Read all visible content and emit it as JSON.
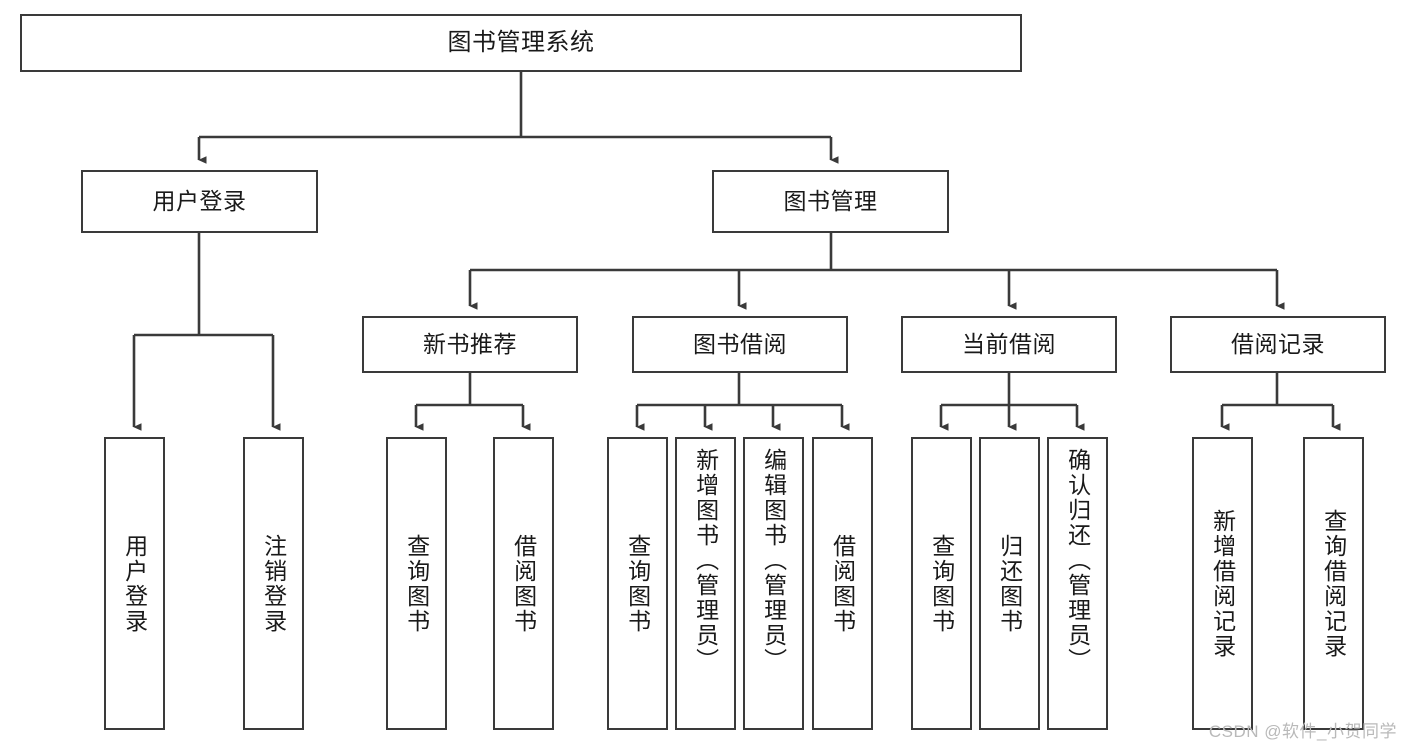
{
  "diagram": {
    "title": "图书管理系统",
    "type": "tree-hierarchy-chart",
    "colors": {
      "box_border": "#3a3a3a",
      "box_fill": "#ffffff",
      "edge": "#3a3a3a",
      "text": "#1a1a1a",
      "watermark": "#b9b9b9",
      "background": "#ffffff"
    },
    "nodes": {
      "root": {
        "label": "图书管理系统"
      },
      "level2": [
        {
          "id": "user-login",
          "label": "用户登录"
        },
        {
          "id": "book-management",
          "label": "图书管理"
        }
      ],
      "level3": [
        {
          "id": "new-book-recommend",
          "label": "新书推荐"
        },
        {
          "id": "book-borrow",
          "label": "图书借阅"
        },
        {
          "id": "current-borrow",
          "label": "当前借阅"
        },
        {
          "id": "borrow-record",
          "label": "借阅记录"
        }
      ],
      "leaves": {
        "user_login": [
          {
            "id": "leaf-user-login",
            "label": "用户登录"
          },
          {
            "id": "leaf-user-logout",
            "label": "注销登录"
          }
        ],
        "new_book_recommend": [
          {
            "id": "leaf-query-book-1",
            "label": "查询图书"
          },
          {
            "id": "leaf-borrow-book-1",
            "label": "借阅图书"
          }
        ],
        "book_borrow": [
          {
            "id": "leaf-query-book-2",
            "label": "查询图书"
          },
          {
            "id": "leaf-add-book",
            "label": "新增图书（管理员）"
          },
          {
            "id": "leaf-edit-book",
            "label": "编辑图书（管理员）"
          },
          {
            "id": "leaf-borrow-book-2",
            "label": "借阅图书"
          }
        ],
        "current_borrow": [
          {
            "id": "leaf-query-book-3",
            "label": "查询图书"
          },
          {
            "id": "leaf-return-book",
            "label": "归还图书"
          },
          {
            "id": "leaf-confirm-return",
            "label": "确认归还（管理员）"
          }
        ],
        "borrow_record": [
          {
            "id": "leaf-add-borrow-record",
            "label": "新增借阅记录"
          },
          {
            "id": "leaf-query-borrow-record",
            "label": "查询借阅记录"
          }
        ]
      }
    }
  },
  "watermark": {
    "text": "CSDN @软件_小贺同学"
  }
}
